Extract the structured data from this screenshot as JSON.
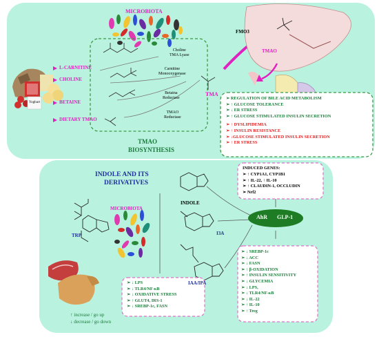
{
  "top": {
    "microbiota_label": "MICROBIOTA",
    "precursors": [
      "L-CARNITINE",
      "CHOLINE",
      "BETAINE",
      "DIETARY TMAO"
    ],
    "enzymes": [
      {
        "name": "Choline\nTMA Lyase"
      },
      {
        "name": "Carnitine\nMonooxygenase"
      },
      {
        "name": "Betaina\nReductase"
      },
      {
        "name": "TMAO\nReductase"
      }
    ],
    "tma_label": "TMA",
    "fmo3_label": "FMO3",
    "tmao_label": "TMAO",
    "yoghurt_label": "Yoghurt",
    "biosynthesis_title": [
      "TMAO",
      "BIOSYNTHESIS"
    ],
    "effects_good": [
      "REGULATION OF BILE ACID METABOLISM",
      "↑ GLUCOSE TOLERANCE",
      "↓ ER STRESS",
      "↑ GLUCOSE STIMULATED INSULIN SECRETION"
    ],
    "effects_bad": [
      "↑ DYSLIPIDEMIA",
      "↑ INSULIN RESISTANCE",
      "↓GLUCOSE STIMULATED INSULIN SECRETION",
      "↑ ER STRESS"
    ]
  },
  "bottom": {
    "title": [
      "INDOLE AND ITS",
      "DERIVATIVES"
    ],
    "microbiota_label": "MICROBIOTA",
    "trp_label": "TRP",
    "indole_label": "INDOLE",
    "i3a_label": "I3A",
    "iaa_label": "IAA/IPA",
    "ahr_label": "AhR",
    "glp_label": "GLP-1",
    "induced_title": "INDUCED GENES:",
    "induced_genes": [
      "↑ CYP1A1, CYP1B1",
      "↑ IL-22, ↑ IL-10",
      "↑ CLAUDIN-1, OCCLUDIN",
      "Nrf2"
    ],
    "glp_effects": [
      "↓ SREBP-1c",
      "↓ ACC",
      "↓ FASN",
      "↑ β-OXIDATION",
      "↑ INSULIN SENSITIVITY",
      "↓ GLYCEMIA",
      "↓ LPS,",
      "↓ TLR4/NF-κB",
      "↓ IL-22",
      "↑ IL-10",
      "↑ Treg"
    ],
    "iaa_effects": [
      "↓ LPS",
      "↓ TLR4/NF-κB",
      "↓ OXIDATIVE STRESS",
      "↑ GLUT4, IRS-1",
      "↓ SREBP-1c, FASN"
    ],
    "legend": [
      "↑ increase / go up",
      "↓ decrease / go down"
    ]
  },
  "colors": {
    "panel": "#b9f2df",
    "magenta": "#e020c0",
    "green": "#1a7a3a",
    "blue": "#1e2f9c",
    "red": "#e01b1b",
    "ahr_ellipse": "#1e7d24"
  }
}
